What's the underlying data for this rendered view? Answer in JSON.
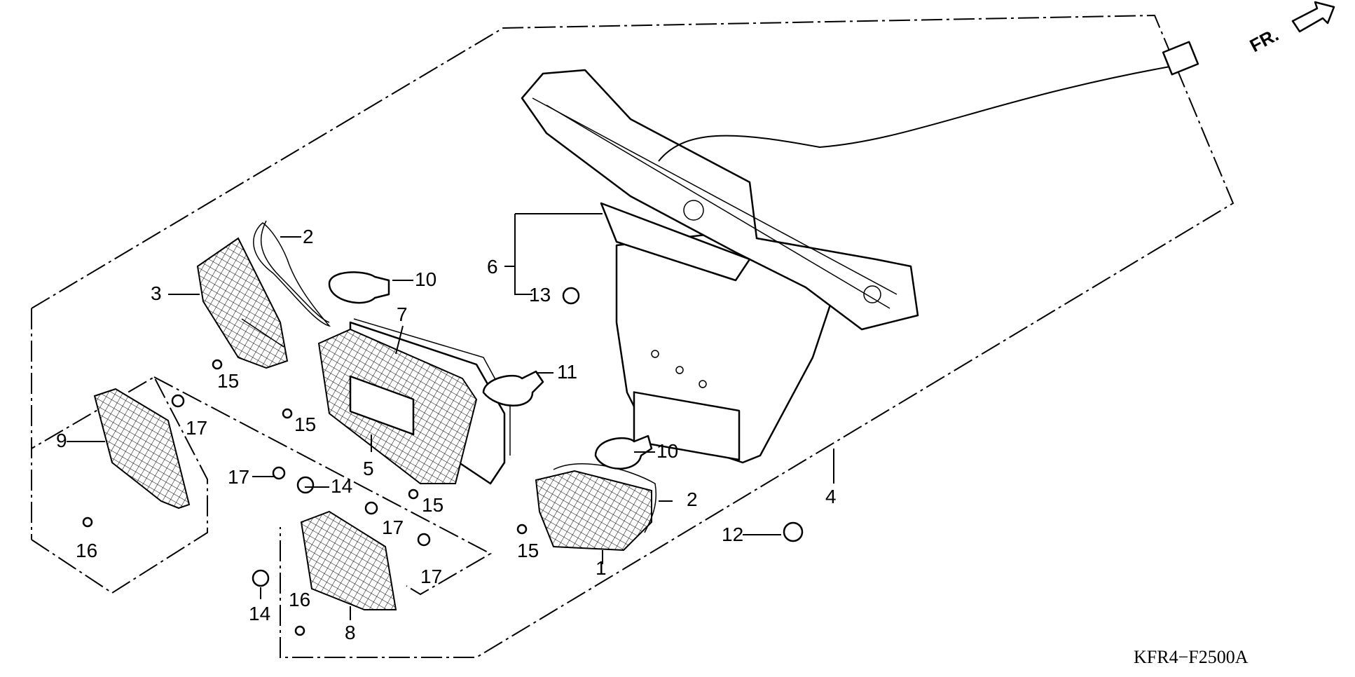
{
  "diagram": {
    "drawing_code": "KFR4−F2500A",
    "direction_label": "FR.",
    "callouts": [
      {
        "id": "c1",
        "text": "1"
      },
      {
        "id": "c2a",
        "text": "2"
      },
      {
        "id": "c2b",
        "text": "2"
      },
      {
        "id": "c3",
        "text": "3"
      },
      {
        "id": "c4",
        "text": "4"
      },
      {
        "id": "c5",
        "text": "5"
      },
      {
        "id": "c6",
        "text": "6"
      },
      {
        "id": "c7",
        "text": "7"
      },
      {
        "id": "c8",
        "text": "8"
      },
      {
        "id": "c9",
        "text": "9"
      },
      {
        "id": "c10a",
        "text": "10"
      },
      {
        "id": "c10b",
        "text": "10"
      },
      {
        "id": "c11",
        "text": "11"
      },
      {
        "id": "c12",
        "text": "12"
      },
      {
        "id": "c13",
        "text": "13"
      },
      {
        "id": "c14a",
        "text": "14"
      },
      {
        "id": "c14b",
        "text": "14"
      },
      {
        "id": "c15a",
        "text": "15"
      },
      {
        "id": "c15b",
        "text": "15"
      },
      {
        "id": "c15c",
        "text": "15"
      },
      {
        "id": "c15d",
        "text": "15"
      },
      {
        "id": "c16a",
        "text": "16"
      },
      {
        "id": "c16b",
        "text": "16"
      },
      {
        "id": "c17a",
        "text": "17"
      },
      {
        "id": "c17b",
        "text": "17"
      },
      {
        "id": "c17c",
        "text": "17"
      },
      {
        "id": "c17d",
        "text": "17"
      }
    ]
  }
}
